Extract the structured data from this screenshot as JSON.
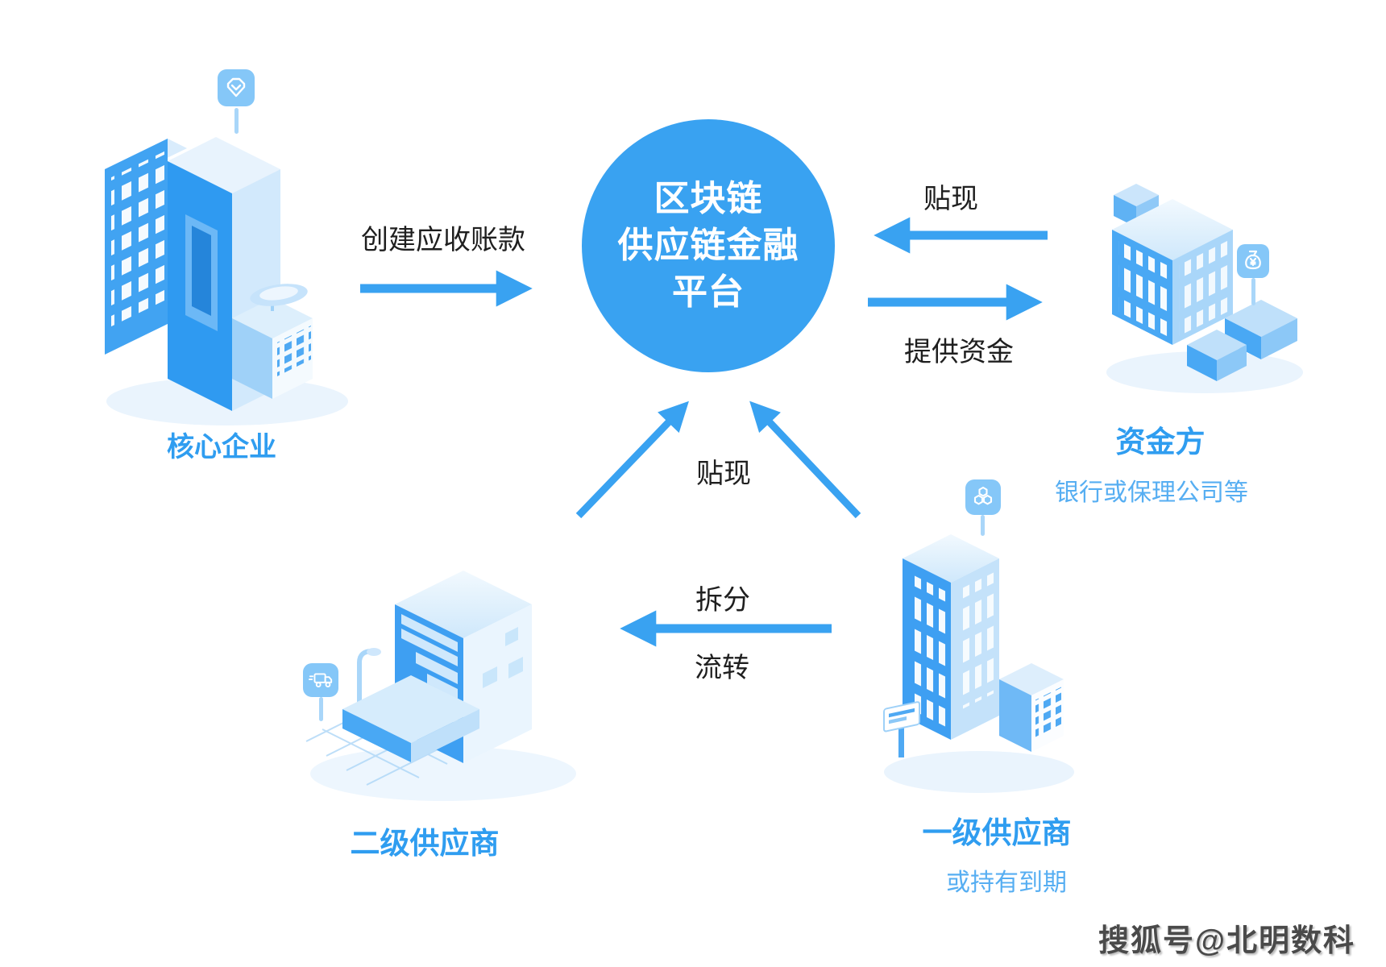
{
  "center_platform": {
    "lines": [
      "区块链",
      "供应链金融",
      "平台"
    ]
  },
  "nodes": {
    "core_enterprise": {
      "label": "核心企业",
      "icon": "gem-badge-icon"
    },
    "capital_provider": {
      "label": "资金方",
      "subtitle": "银行或保理公司等",
      "icon": "money-bag-icon"
    },
    "tier1_supplier": {
      "label": "一级供应商",
      "subtitle": "或持有到期",
      "icon": "hexagon-blocks-icon"
    },
    "tier2_supplier": {
      "label": "二级供应商",
      "icon": "delivery-truck-icon"
    }
  },
  "flows": {
    "create_receivable": "创建应收账款",
    "discount_from_funder": "贴现",
    "provide_funds": "提供资金",
    "discount_from_suppliers": "贴现",
    "split": "拆分",
    "transfer": "流转"
  },
  "watermark": "搜狐号@北明数科",
  "colors": {
    "accent_blue": "#39A2F1",
    "node_label_blue": "#2F9DF0",
    "subtitle_blue": "#56AEF2",
    "dark_text": "#1F1F1F",
    "building_face_dark": "#3E9FF2",
    "building_face_light": "#C4E2FA",
    "building_top_light": "#E8F3FD",
    "icon_badge_fill": "#85C7F8"
  }
}
